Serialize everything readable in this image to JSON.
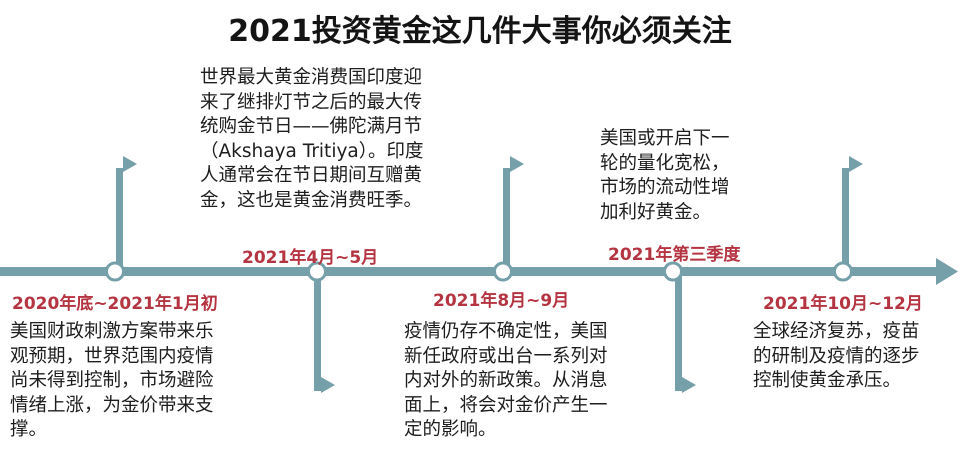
{
  "title": "2021投资黄金这几件大事你必须关注",
  "colors": {
    "timeline": "#76a0a9",
    "node_fill": "#ffffff",
    "period_label": "#b53442",
    "text": "#1e1e1e"
  },
  "events": [
    {
      "period": "2020年底~2021年1月初",
      "description": "美国财政刺激方案带来乐观预期，世界范围内疫情尚未得到控制，市场避险情绪上涨，为金价带来支撑。"
    },
    {
      "period": "2021年4月~5月",
      "description": "世界最大黄金消费国印度迎来了继排灯节之后的最大传统购金节日——佛陀满月节（Akshaya Tritiya）。印度人通常会在节日期间互赠黄金，这也是黄金消费旺季。"
    },
    {
      "period": "2021年8月~9月",
      "description": "疫情仍存不确定性，美国新任政府或出台一系列对内对外的新政策。从消息面上，将会对金价产生一定的影响。"
    },
    {
      "period": "2021年第三季度",
      "description": "美国或开启下一轮的量化宽松，市场的流动性增加利好黄金。"
    },
    {
      "period": "2021年10月~12月",
      "description": "全球经济复苏，疫苗的研制及疫情的逐步控制使黄金承压。"
    }
  ]
}
